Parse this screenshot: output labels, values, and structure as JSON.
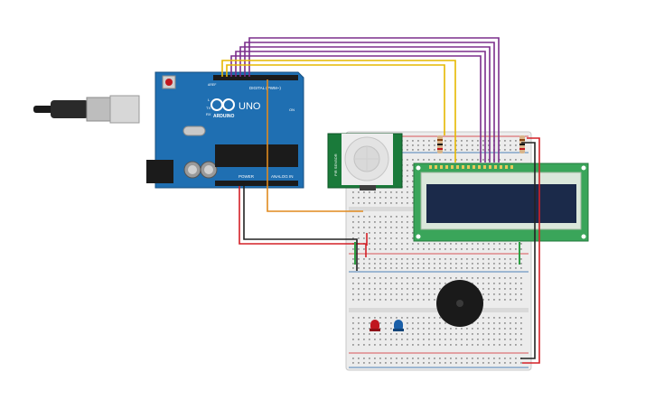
{
  "canvas": {
    "background": "#ffffff"
  },
  "arduino": {
    "brand": "ARDUINO",
    "model": "UNO",
    "digital_label": "DIGITAL (PWM~)",
    "power_label": "POWER",
    "analog_label": "ANALOG IN",
    "aref_label": "AREF",
    "tx_label": "TX",
    "rx_label": "RX",
    "l_label": "L",
    "on_label": "ON",
    "color": "#1f6fb2"
  },
  "pir_sensor": {
    "label": "PIR SENSOR",
    "color": "#1a7a3a"
  },
  "lcd": {
    "screen_color": "#1b2a4a",
    "board_color": "#3aa55a"
  },
  "buzzer": {
    "color": "#1a1a1a"
  },
  "leds": [
    {
      "name": "red",
      "color": "#c0171f"
    },
    {
      "name": "blue",
      "color": "#1a5fa8"
    }
  ],
  "wires": {
    "purple": "#7b2e8c",
    "yellow": "#e6b800",
    "orange": "#e08a1e",
    "red": "#d32027",
    "black": "#222222",
    "green": "#2ea043"
  }
}
